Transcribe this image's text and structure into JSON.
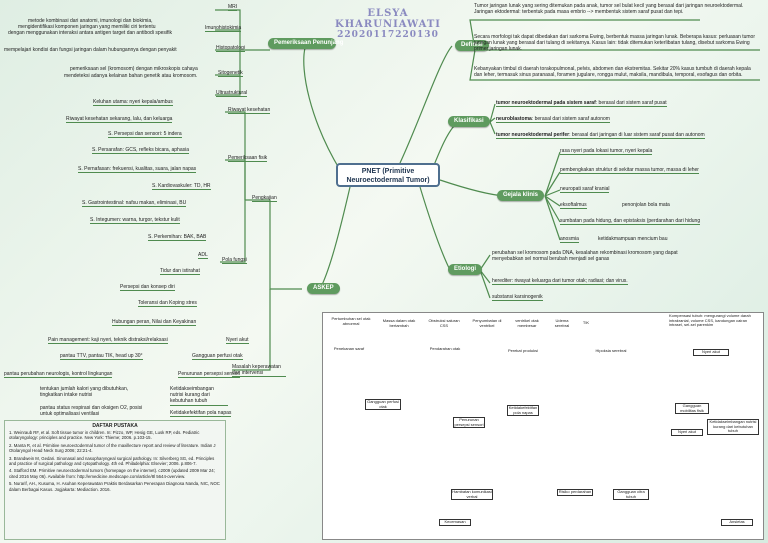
{
  "title": {
    "name": "ELSYA KHARUNIAWATI",
    "id": "22020117220130"
  },
  "center": "PNET (Primitive Neuroectodermal Tumor)",
  "branches": {
    "pemeriksaan": "Pemeriksaan Penunjang",
    "definisi": "Definisi",
    "klasifikasi": "Klasifikasi",
    "gejala": "Gejala klinis",
    "etiologi": "Etiologi",
    "askep": "ASKEP"
  },
  "pemeriksaan": {
    "mri": "MRI",
    "imuno": "Imunohistokimia",
    "imuno_desc": [
      "metode kombinasi dari anatomi, imunologi dan biokimia,",
      "mengidentifikasi komponen jaringan yang memiliki ciri tertentu",
      "dengan menggunakan interaksi antara antigen target dan antibodi spesifik"
    ],
    "histo": "Histopatologi",
    "histo_desc": "mempelajari kondisi dan fungsi jaringan dalam hubungannya dengan penyakit",
    "sito": "Sitogenetik",
    "sito_desc": [
      "pemeriksaan sel (kromosom) dengan mikroskopis cahaya",
      "mendeteksi adanya kelainan bahan genetik atau kromosom."
    ],
    "ultra": "Ultrastruktural"
  },
  "askep": {
    "pengkajian": "Pengkajian",
    "riwayat": "Riwayat kesehatan",
    "keluhan": "Keluhan utama: nyeri kepala/ambus",
    "riwayat_kel": "Riwayat kesehatan sekarang, lalu, dan keluarga",
    "fisik": "Pemeriksaan fisik",
    "fisik_items": [
      "S. Persepsi dan sensori: 5 indera",
      "S. Persarafan: GCS, refleks bicara, aphasia",
      "S. Pernafasan: frekuensi, kualitas, suara, jalan napas",
      "S. Kardiovaskuler: TD, HR",
      "S. Gastrointestinal: nafsu makan, eliminasi, BU",
      "S. Integumen: warna, turgor, tekstur kulit",
      "S. Perkemihan: BAK, BAB"
    ],
    "pola": "Pola fungsi",
    "pola_items": [
      "ADL",
      "Tidur dan istirahat",
      "Persepsi dan konsep diri",
      "Toleransi dan Koping stres",
      "Hubungan peran, Nilai dan Keyakinan"
    ],
    "masalah": "Masalah keperawatan dan intervensi",
    "masalah_items": [
      {
        "label": "Nyeri akut",
        "desc": "Pain management: kaji nyeri, teknik distraksi/relaksasi"
      },
      {
        "label": "Gangguan perfusi otak",
        "desc": "pantau TTV, pantau TIK, head up 30°"
      },
      {
        "label": "Penurunan persepsi sensori",
        "desc": "pantau perubahan neurologis, kontrol lingkungan"
      },
      {
        "label": "Ketidakseimbangan nutrisi kurang dari kebutuhan tubuh",
        "desc": "tentukan jumlah kalori yang dibutuhkan, tingkatkan intake nutrisi"
      },
      {
        "label": "Ketidakefektifan pola napas",
        "desc": "pantau status respirasi dan oksigen O2, posisi untuk optimalisasi ventilasi"
      }
    ]
  },
  "definisi": [
    "Tumor jaringan lunak yang sering ditemukan pada anak, tumor sel bulat kecil yang berasal dari jaringan neuroektodermal. Jaringan ektodermal: terbentuk pada masa embrio --> membentuk sistem saraf pusat dan tepi.",
    "Secara morfologi tak dapat dibedakan dari sarkoma Ewing, berbentuk massa jaringan lunak. Beberapa kasus: perluasan tumor jaringan lunak yang berasal dari tulang di sekitarnya. Kasus lain: tidak ditemukan keterlibatan tulang, disebut sarkoma Ewing primer jaringan lunak.",
    "Kebanyakan timbul di daerah torakopulmonal, pelvis, abdomen dan ekstremitas. Sekitar 20% kasus tumbuh di daerah kepala dan leher, termasuk sinus paranasal, foramen jugulare, rongga mulut, maksila, mandibula, temporal, esofagus dan orbita."
  ],
  "klasifikasi": [
    {
      "bold": "tumor neuroektodermal pada sistem saraf",
      "rest": ": berasal dari sistem saraf pusat"
    },
    {
      "bold": "neuroblastoma",
      "rest": ": berasal dari sistem saraf autonom"
    },
    {
      "bold": "tumor neuroektodermal perifer",
      "rest": ": berasal dari jaringan di luar sistem saraf pusat dan autonom"
    }
  ],
  "gejala": [
    "rasa nyeri pada lokasi tumor, nyeri kepala",
    "pembengkakan struktur di sekitar massa tumor, massa di leher",
    "neuropati saraf kranial",
    "eksoftalmus",
    "penonjolan bola mata",
    "sumbatan pada hidung, dan epistaksis (perdarahan dari hidung",
    "anosmia",
    "ketidakmampuan mencium bau"
  ],
  "etiologi": [
    "perubahan sel kromosom pada DNA, kesalahan rekombinasi kromosom yang dapat menyebabkan sel normal berubah menjadi sel ganas",
    "herediter: riwayat keluarga dari tumor otak; radiasi; dan virus.",
    "substansi karsinogenik"
  ],
  "pathway": {
    "top": [
      "Pertumbuhan sel otak abnormal",
      "Massa dalam otak bertambah",
      "Obstruksi saluran CSS",
      "Penyumbatan di ventrikel",
      "ventrikel otak membesar",
      "Udema serebral",
      "TIK",
      "Kompensasi tubuh: mengurangi volume darah intrakranial, volume CSS, kandungan cairan intrasel, sel-sel parenkim"
    ],
    "left": [
      "Penekanan saraf",
      "Pendarahan otak",
      "Perekat produksi",
      "Hipoksia serebral",
      "Nyeri akut",
      "Gangguan perfusi otak",
      "Penurunan persepsi sensori",
      "Ketidakefektifan pola napas",
      "Ketidakseimbangan nutrisi kurang dari kebutuhan tubuh",
      "Gangguan mobilitas fisik",
      "Nyeri akut",
      "Hambatan komunikasi verbal",
      "Risiko perdarahan",
      "Gangguan citra tubuh",
      "Kecemasan",
      "Ansietas"
    ]
  },
  "referensi": {
    "heading": "DAFTAR PUSTAKA",
    "items": [
      "1. Weinraub RF, et al. Soft tissue tumor in children. In: Pizzo, WP, Hesig GE, Lusk RP, eds. Pediatric otolaryngology: principles and practice. New York: Thieme; 2006. p.103-15.",
      "2. Manta R, et al. Primitive neuroectodermal tumor of the maxillecture report and review of literature. Indian J Otolaryngol Head Neck Surg 2006; 22:21-4.",
      "3. Brandwein M, Gedari. Sinonasal and nasopharyngeal surgical pathology. In: Silverberg SG, ed. Principles and practice of surgical pathology and cytopathology. 4th ed. Philadelphia: Elsevier; 2006. p.806-7.",
      "4. Stafford EM. Primitive neuroectodermal tumors (homepage on the internet). c2009 (updated 2009 Mar 24; cited 2016 May 06). Available from: http://emedicine.medscape.com/article/8l 5644-overview.",
      "5. Nurarif, AH., Kusuma, H. Asuhan Keperawatan Praktis Berdasarkan Penerapan Diagnosa Nanda, NIC, NOC dalam Berbagai Kasus. Jogjakarta: Mediaction. 2016."
    ]
  },
  "colors": {
    "branch": "#5f9b5f",
    "line": "#4f8b4f",
    "title": "#8a8ac0"
  }
}
